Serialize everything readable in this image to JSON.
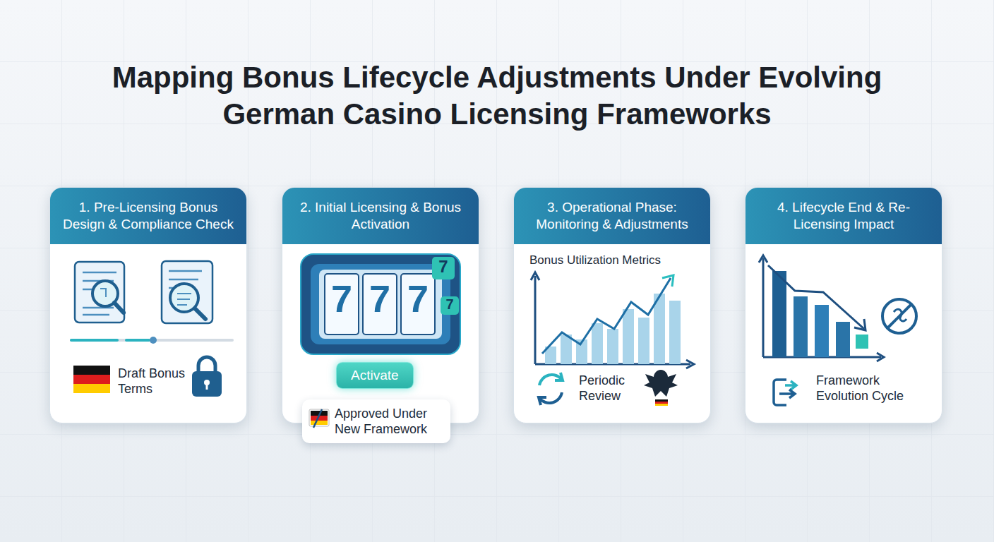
{
  "diagram": {
    "title": "Mapping Bonus Lifecycle Adjustments Under Evolving German Casino Licensing Frameworks",
    "nodes": [
      {
        "text": [
          "1. Pre-Licensing Bonus Design & Compliance Check",
          "Draft Bonus Terms"
        ]
      },
      {
        "text": [
          "2. Initial Licensing & Bonus Activation"
        ]
      },
      {
        "text": [
          "Activate"
        ],
        "in": 1
      },
      {
        "text": [
          "Approved Under New Framework"
        ],
        "in": 1
      },
      {
        "text": [
          "3. Operational Phase: Monitoring & Adjustments",
          "Bonus Utilization Metrics",
          "Periodic Review"
        ]
      },
      {
        "text": [
          "4. Lifecycle End & Re-Licensing Impact",
          "Framework Evolution Cycle"
        ]
      }
    ],
    "edges": [
      {
        "from": 0,
        "to": 1,
        "arrow": "to"
      },
      {
        "from": 1,
        "to": 4,
        "arrow": "to"
      },
      {
        "from": 4,
        "to": 5,
        "arrow": "to"
      }
    ],
    "labels": [
      "7",
      "7",
      "7",
      "7",
      "7"
    ]
  }
}
